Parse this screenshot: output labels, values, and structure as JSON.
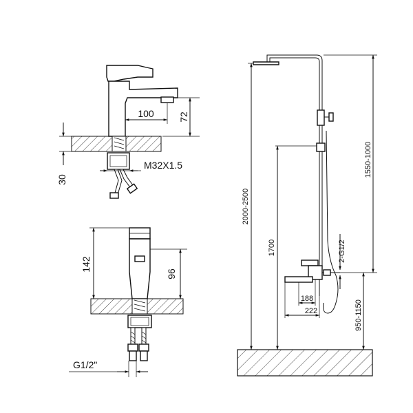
{
  "drawing": {
    "basin_side_view": {
      "dim_spout_reach": "100",
      "dim_spout_height": "72",
      "dim_deck_thickness": "30",
      "dim_thread": "M32X1.5"
    },
    "basin_front_view": {
      "dim_total_height": "142",
      "dim_body_height": "96",
      "dim_inlet": "G1/2\""
    },
    "shower_column": {
      "dim_overall_height": "2000-2500",
      "dim_column_adjust": "1550-1000",
      "dim_mixer_height": "1700",
      "dim_inlet_centers": "2-G1/2",
      "dim_mixer_depth": "188",
      "dim_spout_reach": "222",
      "dim_mixer_adjust": "950-1150"
    }
  }
}
